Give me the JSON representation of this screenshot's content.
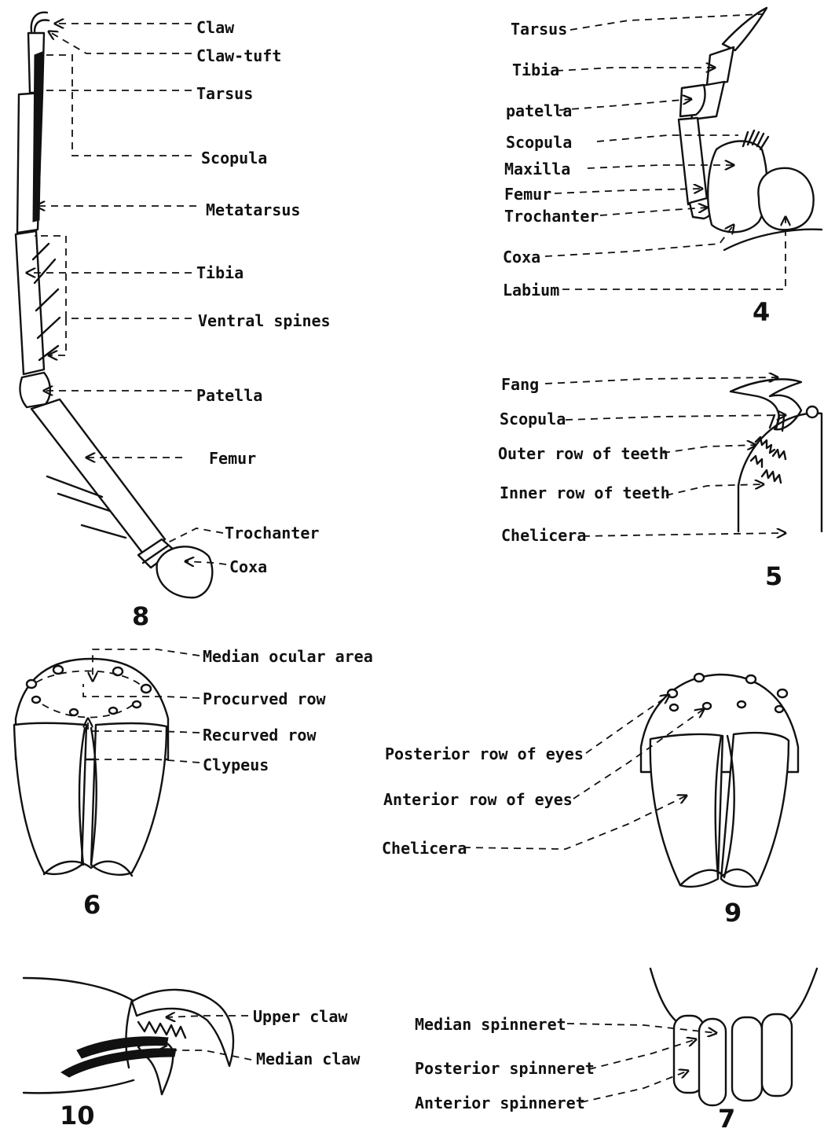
{
  "figures": {
    "fig8": {
      "number": "8",
      "labels": [
        "Claw",
        "Claw-tuft",
        "Tarsus",
        "Scopula",
        "Metatarsus",
        "Tibia",
        "Ventral spines",
        "Patella",
        "Femur",
        "Trochanter",
        "Coxa"
      ]
    },
    "fig4": {
      "number": "4",
      "labels": [
        "Tarsus",
        "Tibia",
        "patella",
        "Scopula",
        "Maxilla",
        "Femur",
        "Trochanter",
        "Coxa",
        "Labium"
      ]
    },
    "fig5": {
      "number": "5",
      "labels": [
        "Fang",
        "Scopula",
        "Outer row of teeth",
        "Inner row of teeth",
        "Chelicera"
      ]
    },
    "fig6": {
      "number": "6",
      "labels": [
        "Median ocular area",
        "Procurved row",
        "Recurved row",
        "Clypeus"
      ]
    },
    "fig9": {
      "number": "9",
      "labels": [
        "Posterior row of eyes",
        "Anterior row of eyes",
        "Chelicera"
      ]
    },
    "fig10": {
      "number": "10",
      "labels": [
        "Upper claw",
        "Median claw"
      ]
    },
    "fig7": {
      "number": "7",
      "labels": [
        "Median spinneret",
        "Posterior spinneret",
        "Anterior spinneret"
      ]
    }
  }
}
